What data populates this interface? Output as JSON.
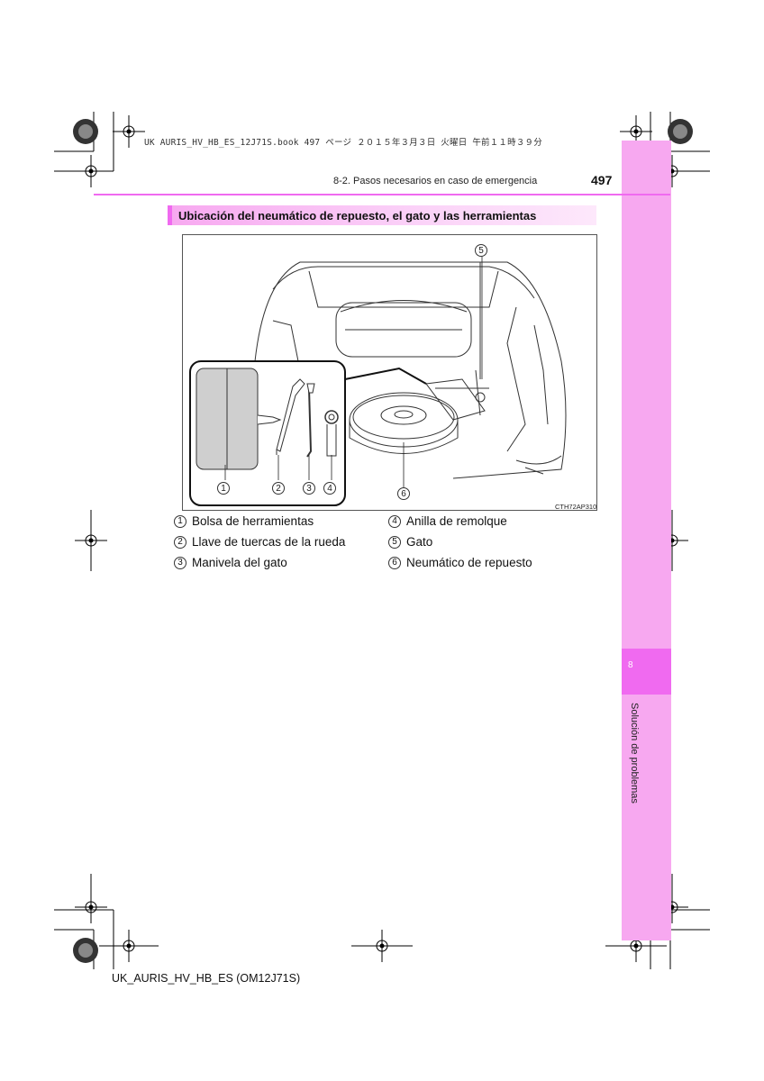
{
  "print_header": "UK AURIS_HV_HB_ES_12J71S.book  497 ページ  ２０１５年３月３日  火曜日  午前１１時３９分",
  "header": {
    "section": "8-2. Pasos necesarios en caso de emergencia",
    "page_number": "497"
  },
  "side_tab": {
    "chapter_number": "8",
    "chapter_label": "Solución de problemas"
  },
  "subhead": "Ubicación del neumático de repuesto, el gato y las herramientas",
  "figure": {
    "code": "CTH72AP310",
    "callouts": [
      "1",
      "2",
      "3",
      "4",
      "5",
      "6"
    ]
  },
  "legend": [
    {
      "num": "1",
      "label": "Bolsa de herramientas"
    },
    {
      "num": "2",
      "label": "Llave de tuercas de la rueda"
    },
    {
      "num": "3",
      "label": "Manivela del gato"
    },
    {
      "num": "4",
      "label": "Anilla de remolque"
    },
    {
      "num": "5",
      "label": "Gato"
    },
    {
      "num": "6",
      "label": "Neumático de repuesto"
    }
  ],
  "footer": "UK_AURIS_HV_HB_ES (OM12J71S)",
  "colors": {
    "accent": "#f06af0",
    "tab": "#f7a8f0"
  }
}
